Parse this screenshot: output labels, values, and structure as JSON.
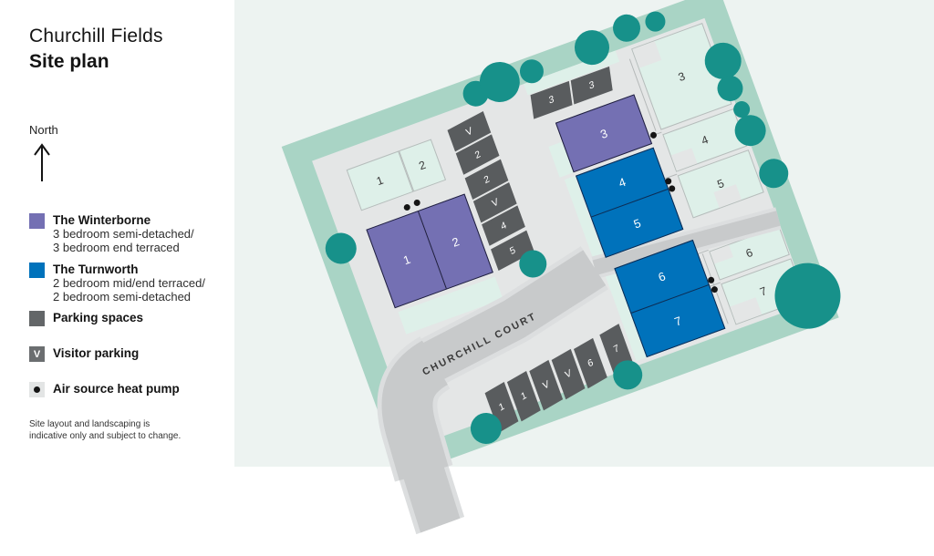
{
  "title": {
    "line1": "Churchill Fields",
    "line2": "Site plan"
  },
  "north": {
    "label": "North"
  },
  "legend": {
    "items": [
      {
        "name": "The Winterborne",
        "desc": [
          "3 bedroom semi-detached/",
          "3 bedroom end terraced"
        ]
      },
      {
        "name": "The Turnworth",
        "desc": [
          "2 bedroom mid/end terraced/",
          "2 bedroom semi-detached"
        ]
      },
      {
        "name": "Parking spaces"
      },
      {
        "name": "Visitor parking",
        "symbol": "V"
      },
      {
        "name": "Air source heat pump"
      }
    ],
    "disclaimer": [
      "Site layout and landscaping is",
      "indicative only and subject to change."
    ]
  },
  "map": {
    "road_name": "CHURCHILL COURT",
    "plots": {
      "winterborne": [
        "1",
        "2",
        "3"
      ],
      "turnworth": [
        "4",
        "5",
        "6",
        "7"
      ]
    },
    "gardens": [
      "1",
      "2",
      "3",
      "4",
      "5",
      "6",
      "7"
    ],
    "parking": {
      "row_top": [
        "3",
        "3"
      ],
      "column_upper": [
        "V",
        "2"
      ],
      "column_mid": [
        "2",
        "V",
        "4"
      ],
      "column_lower": [
        "5"
      ],
      "row_bottom": [
        "1",
        "1",
        "V",
        "V",
        "6",
        "7"
      ]
    },
    "colors": {
      "winterborne": "#7470b3",
      "turnworth": "#0072bb",
      "parking": "#595c5e",
      "tree": "#17918a",
      "boundary": "#a9d4c5",
      "garden": "#def0e9",
      "road": "#c8cacb",
      "road_edge": "#dcdedf",
      "surface": "#e4e6e6",
      "map_background": "#edf3f1"
    }
  }
}
